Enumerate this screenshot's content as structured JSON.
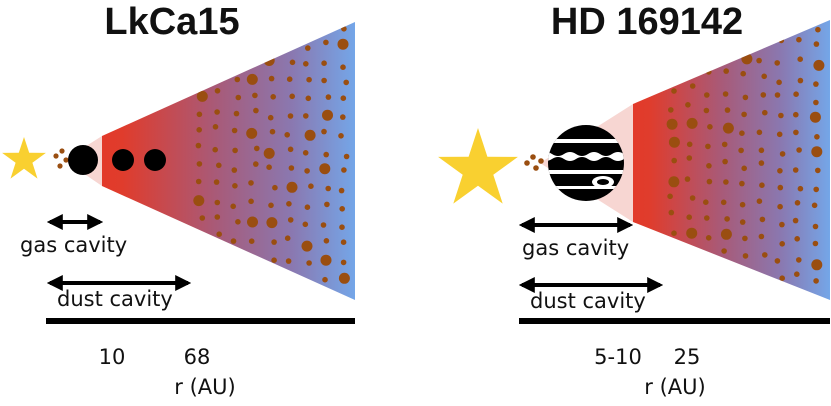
{
  "panels": [
    {
      "title": "LkCa15",
      "gas_cavity_label": "gas cavity",
      "dust_cavity_label": "dust cavity",
      "tick_labels": [
        "10",
        "68"
      ],
      "axis_label": "r (AU)"
    },
    {
      "title": "HD 169142",
      "gas_cavity_label": "gas cavity",
      "dust_cavity_label": "dust cavity",
      "tick_labels": [
        "5-10",
        "25"
      ],
      "axis_label": "r (AU)"
    }
  ],
  "colors": {
    "star": "#f9d030",
    "dust_grain": "#9a4e10",
    "inner_cavity": "#f7d6d2",
    "cavity_wall": "#e23a2a",
    "disk_mid": "#8c6fa0",
    "disk_outer": "#74a6e8",
    "planet": "#000000"
  }
}
